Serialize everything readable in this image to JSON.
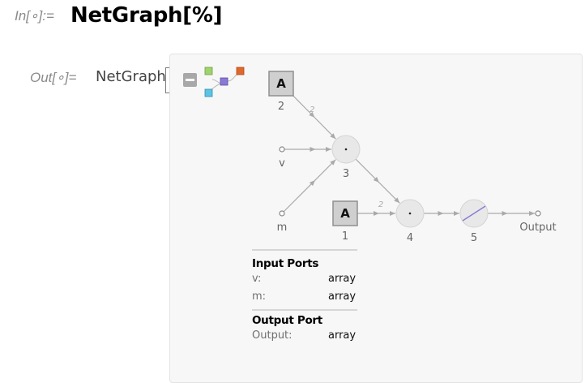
{
  "input": {
    "label": "In[∘]:=",
    "code": "NetGraph[%]"
  },
  "output": {
    "label": "Out[∘]=",
    "head": "NetGraph"
  },
  "colors": {
    "panel_bg": "#f7f7f7",
    "node_fill": "#e8e8e8",
    "edge": "#aaaaaa",
    "icon_green": "#9fd36e",
    "icon_orange": "#e0682b",
    "icon_purple": "#8a7ad6",
    "icon_cyan": "#5cc3e2"
  },
  "graph": {
    "layer_nodes": [
      {
        "id": "2",
        "label": "2",
        "glyph": "A",
        "kind": "box"
      },
      {
        "id": "3",
        "label": "3",
        "glyph": "·",
        "kind": "circle"
      },
      {
        "id": "1",
        "label": "1",
        "glyph": "A",
        "kind": "box"
      },
      {
        "id": "4",
        "label": "4",
        "glyph": "·",
        "kind": "circle"
      },
      {
        "id": "5",
        "label": "5",
        "glyph": "/",
        "kind": "circle"
      }
    ],
    "ports": [
      {
        "id": "v",
        "label": "v"
      },
      {
        "id": "m",
        "label": "m"
      },
      {
        "id": "Output",
        "label": "Output"
      }
    ],
    "edges": [
      {
        "from": "2",
        "to": "3",
        "label": "2"
      },
      {
        "from": "v",
        "to": "3",
        "label": ""
      },
      {
        "from": "m",
        "to": "3",
        "label": ""
      },
      {
        "from": "3",
        "to": "4",
        "label": ""
      },
      {
        "from": "1",
        "to": "4",
        "label": "2"
      },
      {
        "from": "4",
        "to": "5",
        "label": ""
      },
      {
        "from": "5",
        "to": "Output",
        "label": ""
      }
    ]
  },
  "info": {
    "input_title": "Input Ports",
    "inputs": [
      {
        "name": "v:",
        "type": "array"
      },
      {
        "name": "m:",
        "type": "array"
      }
    ],
    "output_title": "Output Port",
    "outputs": [
      {
        "name": "Output:",
        "type": "array"
      }
    ]
  }
}
